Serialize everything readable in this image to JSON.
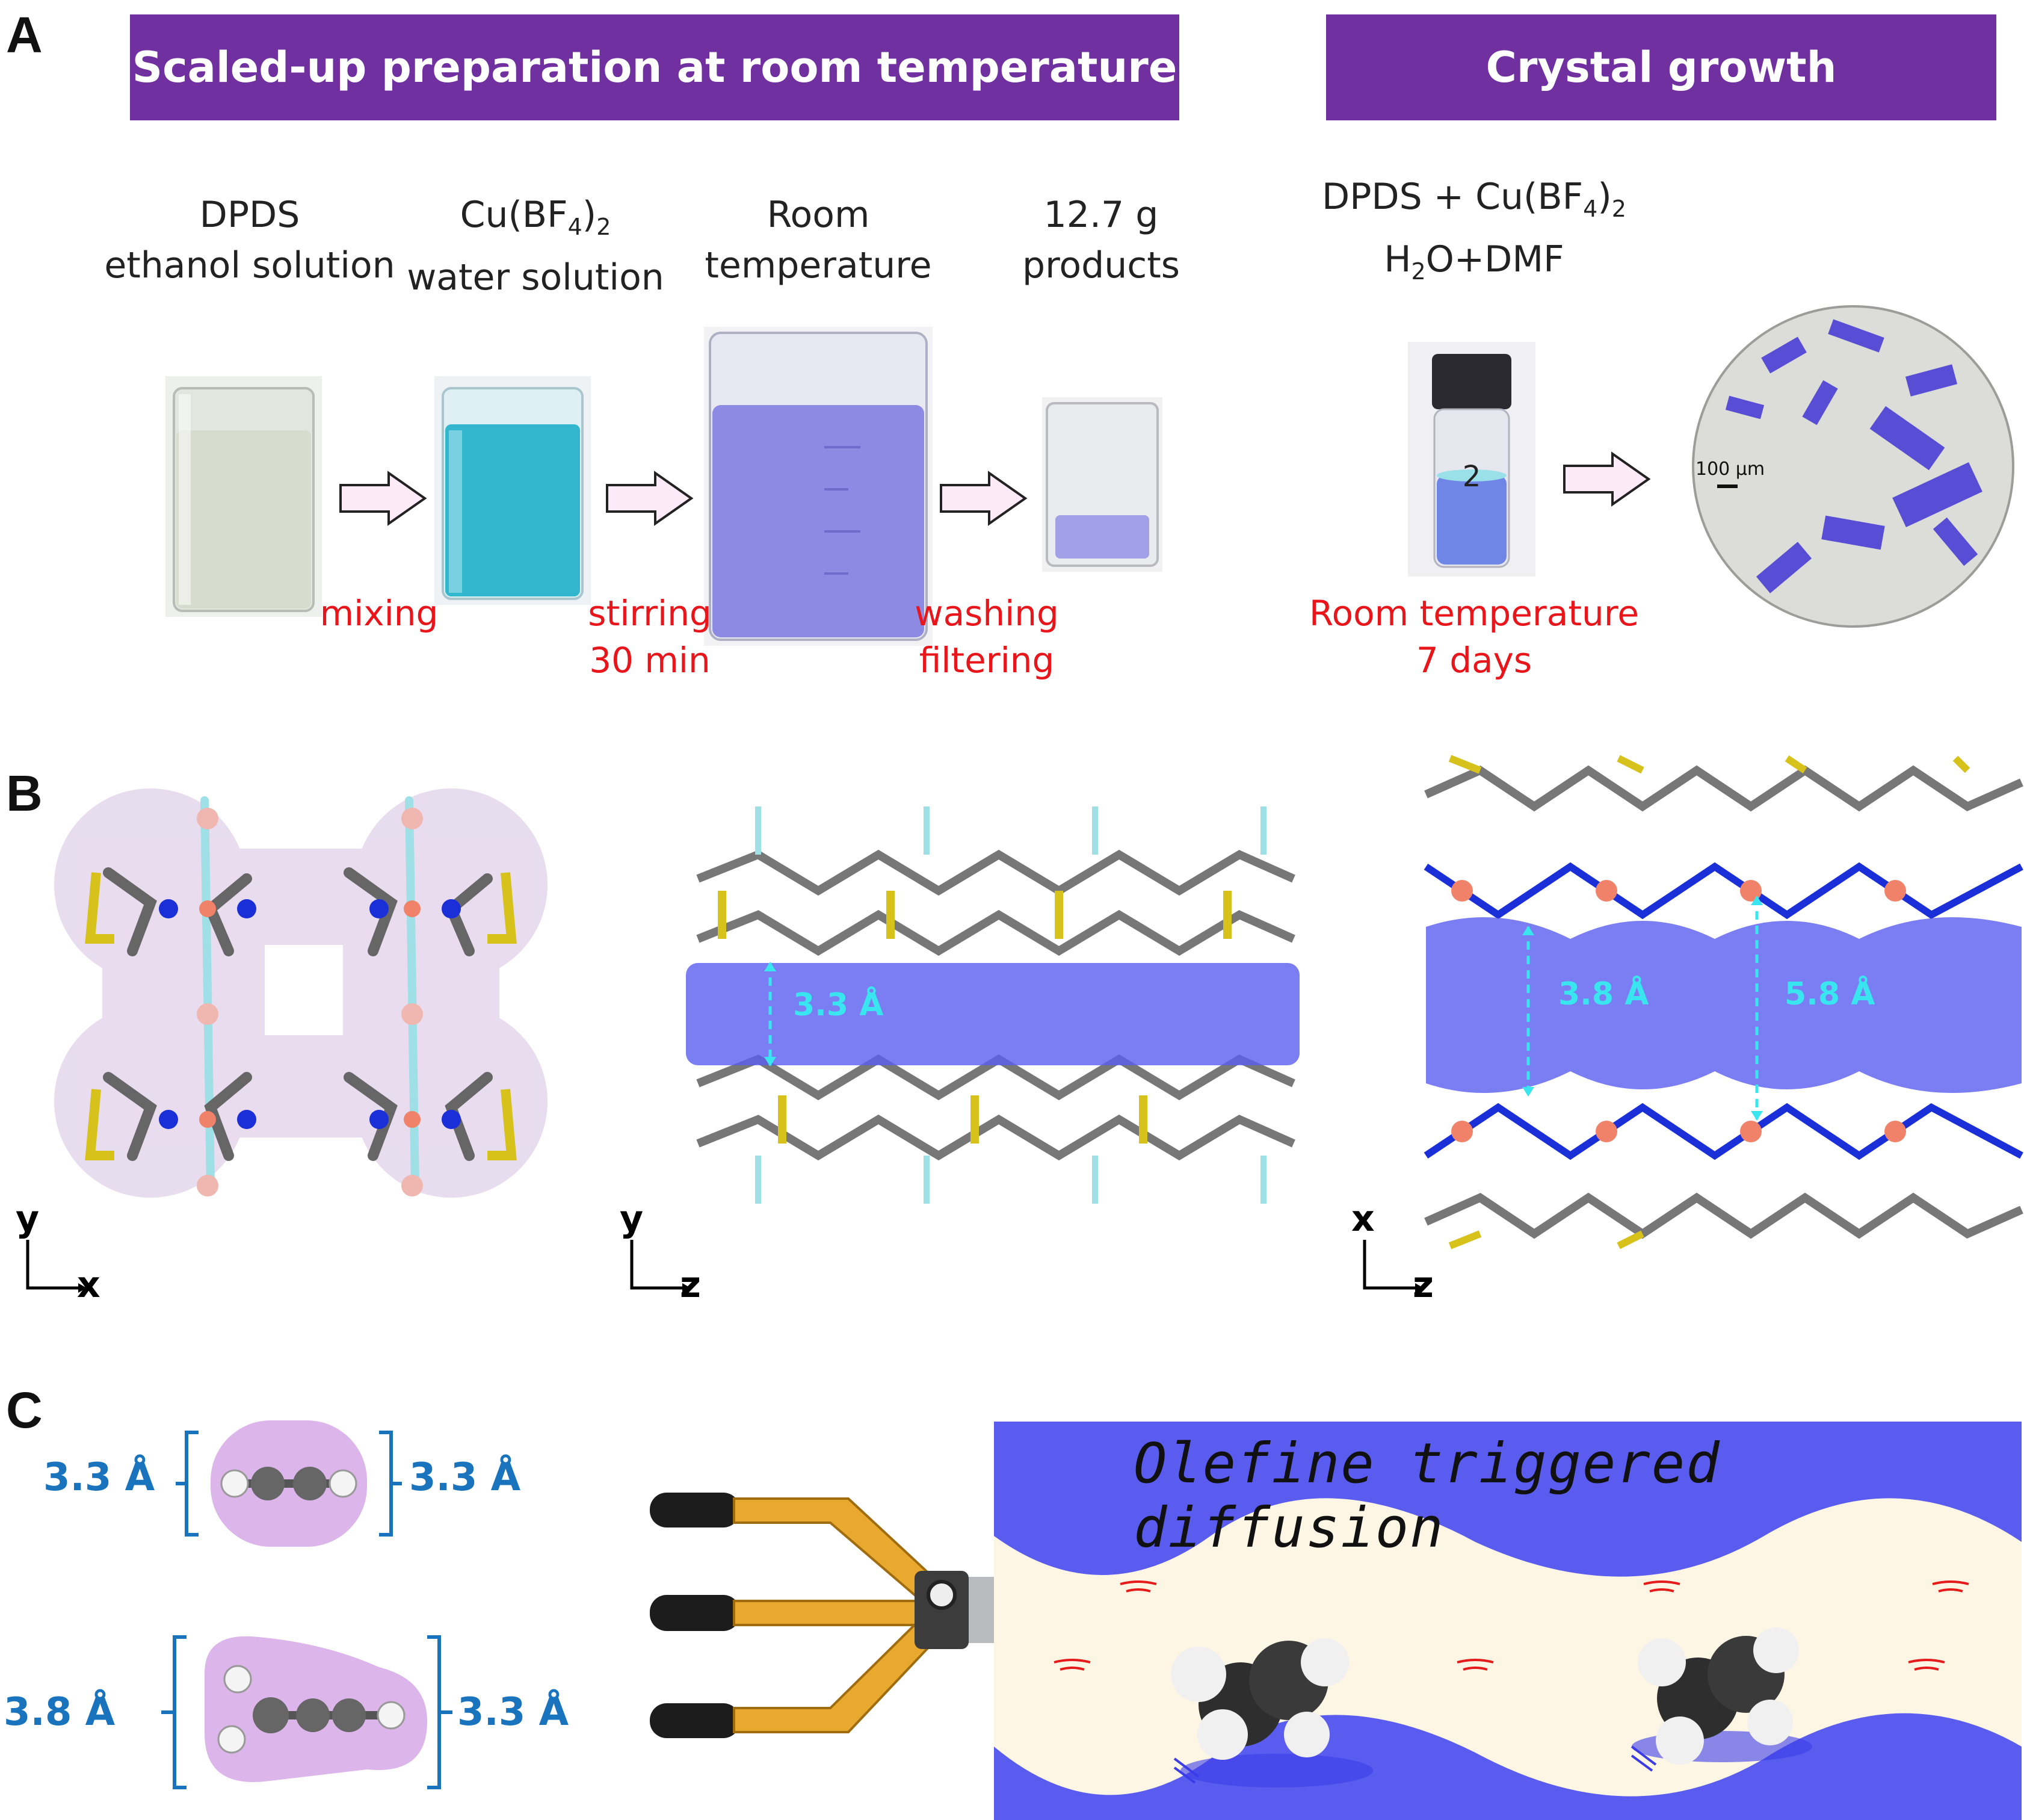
{
  "panels": {
    "a": "A",
    "b": "B",
    "c": "C"
  },
  "banners": {
    "scaleup": "Scaled-up preparation at room temperature",
    "crystal": "Crystal growth"
  },
  "steps": {
    "dpds": [
      "DPDS",
      "ethanol solution"
    ],
    "cu": [
      "Cu(BF",
      "4",
      ")",
      "2",
      "water solution"
    ],
    "rt": [
      "Room",
      "temperature"
    ],
    "products": [
      "12.7 g",
      "products"
    ],
    "crystal_reagent": [
      "DPDS + Cu(BF",
      "4",
      ")",
      "2",
      "H",
      "2",
      "O+DMF"
    ]
  },
  "arrows": {
    "mixing": "mixing",
    "stirring": [
      "stirring",
      "30 min"
    ],
    "washing": [
      "washing",
      "filtering"
    ],
    "crystal": [
      "Room temperature",
      "7 days"
    ]
  },
  "scale_bar": "100 μm",
  "vial_label": "2",
  "b_axes": [
    {
      "v": "y",
      "h": "x"
    },
    {
      "v": "y",
      "h": "z"
    },
    {
      "v": "x",
      "h": "z"
    }
  ],
  "b_dims": {
    "mid": "3.3 Å",
    "right_a": "3.8 Å",
    "right_b": "5.8 Å"
  },
  "c_dims": {
    "acetylene_left": "3.3 Å",
    "acetylene_right": "3.3 Å",
    "propyne_left": "3.8 Å",
    "propyne_right": "3.3 Å"
  },
  "olefine_title": "Olefine triggered diffusion",
  "colors": {
    "banner": "#7030a0",
    "red_text": "#e8151b",
    "blue_text": "#1a74bd",
    "channel_blue": "#5a5cf0",
    "cyan": "#39e6ef",
    "lavender": "#c8a0e0"
  }
}
